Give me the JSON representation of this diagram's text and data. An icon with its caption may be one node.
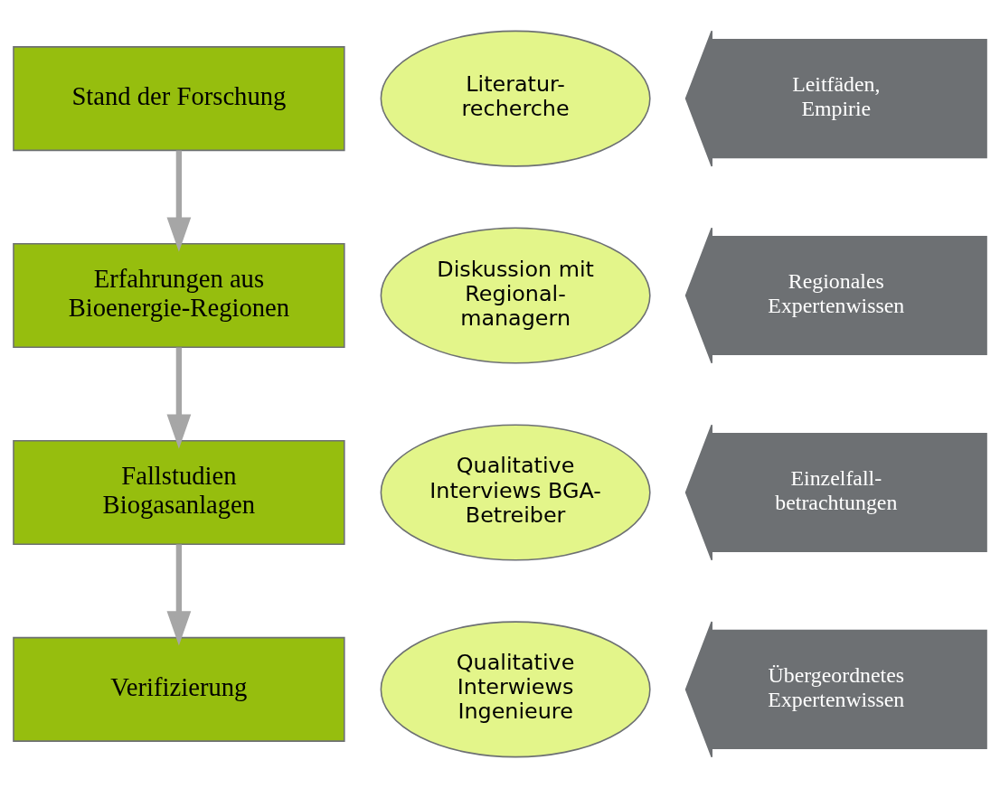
{
  "diagram": {
    "nodes": [
      {
        "text": [
          "Stand der Forschung"
        ]
      },
      {
        "text": [
          "Literatur- recherche"
        ]
      },
      {
        "text": [
          "Leitfäden, Empirie"
        ]
      },
      {
        "text": [
          "Erfahrungen aus Bioenergie-Regionen"
        ]
      },
      {
        "text": [
          "Diskussion mit Regional- managern"
        ]
      },
      {
        "text": [
          "Regionales Expertenwissen"
        ]
      },
      {
        "text": [
          "Fallstudien Biogasanlagen"
        ]
      },
      {
        "text": [
          "Qualitative Interviews BGA- Betreiber"
        ]
      },
      {
        "text": [
          "Einzelfall- betrachtungen"
        ]
      },
      {
        "text": [
          "Verifizierung"
        ]
      },
      {
        "text": [
          "Qualitative Interwiews Ingenieure"
        ]
      },
      {
        "text": [
          "Übergeordnetes Expertenwissen"
        ]
      }
    ],
    "edges": [
      {
        "from": 0,
        "to": 3,
        "arrow": "to"
      },
      {
        "from": 3,
        "to": 6,
        "arrow": "to"
      },
      {
        "from": 6,
        "to": 9,
        "arrow": "to"
      }
    ]
  }
}
